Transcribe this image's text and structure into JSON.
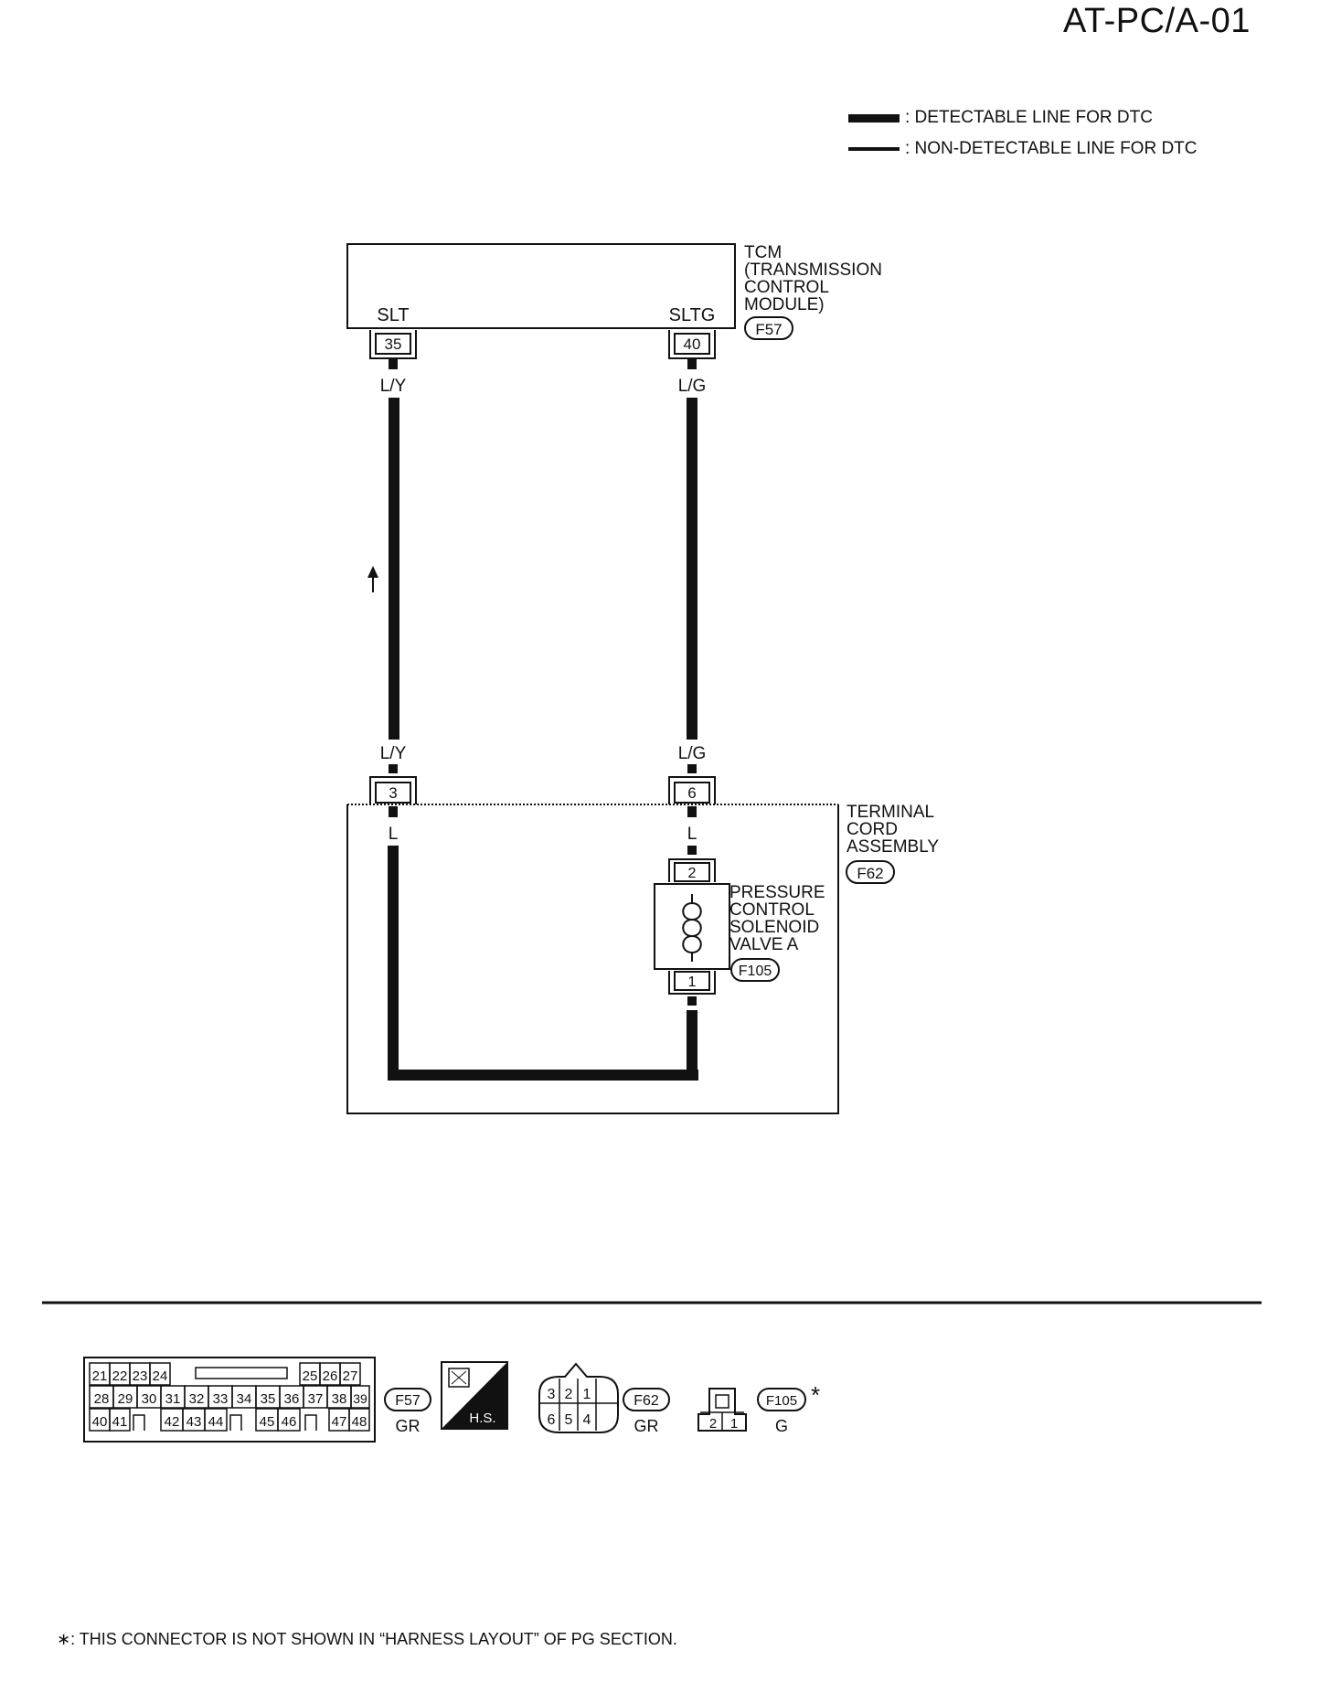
{
  "page_code": "AT-PC/A-01",
  "legend": {
    "detectable": ": DETECTABLE LINE FOR DTC",
    "non_detectable": ": NON-DETECTABLE LINE FOR DTC"
  },
  "tcm": {
    "name_lines": [
      "TCM",
      "(TRANSMISSION",
      "CONTROL",
      "MODULE)"
    ],
    "connector": "F57",
    "terminals": [
      {
        "label": "SLT",
        "pin": "35",
        "wire": "L/Y"
      },
      {
        "label": "SLTG",
        "pin": "40",
        "wire": "L/G"
      }
    ]
  },
  "terminal_cord": {
    "name_lines": [
      "TERMINAL",
      "CORD",
      "ASSEMBLY"
    ],
    "connector": "F62",
    "pins": [
      {
        "pin": "3",
        "wire_in": "L/Y",
        "wire_out": "L"
      },
      {
        "pin": "6",
        "wire_in": "L/G",
        "wire_out": "L"
      }
    ]
  },
  "solenoid": {
    "name_lines": [
      "PRESSURE",
      "CONTROL",
      "SOLENOID",
      "VALVE A"
    ],
    "connector": "F105",
    "pin_top": "2",
    "pin_bottom": "1",
    "wire_bottom": "L"
  },
  "connectors_row": {
    "f57": {
      "rows": [
        [
          "21",
          "22",
          "23",
          "24",
          "",
          "25",
          "26",
          "27"
        ],
        [
          "28",
          "29",
          "30",
          "31",
          "32",
          "33",
          "34",
          "35",
          "36",
          "37",
          "38",
          "39"
        ],
        [
          "40",
          "41",
          "42",
          "43",
          "44",
          "45",
          "46",
          "47",
          "48"
        ]
      ],
      "id": "F57",
      "color": "GR"
    },
    "hs_label": "H.S.",
    "f62": {
      "top": [
        "3",
        "2",
        "1"
      ],
      "bottom": [
        "6",
        "5",
        "4"
      ],
      "id": "F62",
      "color": "GR"
    },
    "f105": {
      "pins": [
        "2",
        "1"
      ],
      "id": "F105",
      "color": "G",
      "star": "*"
    }
  },
  "footnote": "∗: THIS CONNECTOR IS NOT SHOWN IN “HARNESS LAYOUT” OF PG SECTION."
}
